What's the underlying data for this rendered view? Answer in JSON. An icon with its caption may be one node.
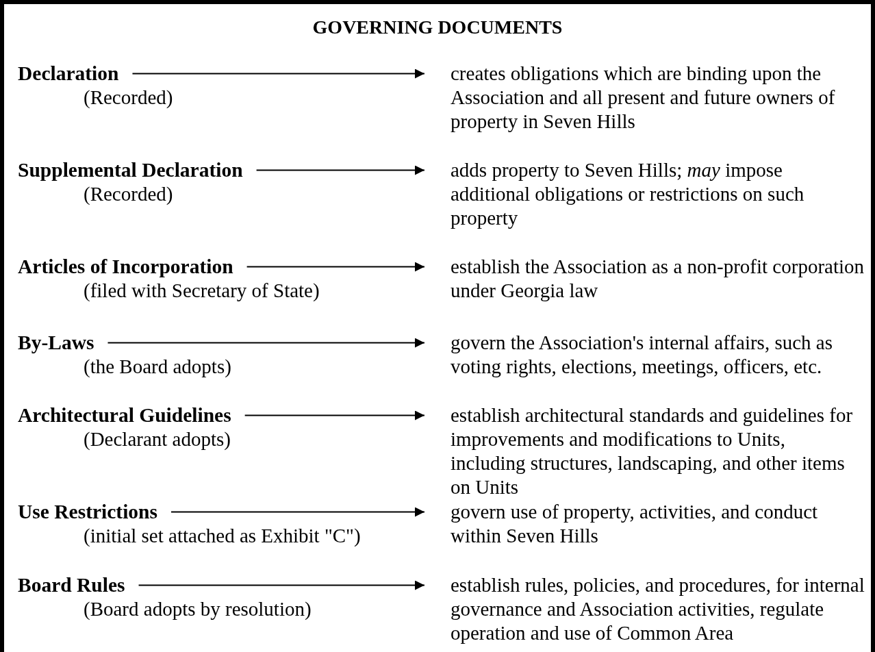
{
  "diagram": {
    "title": "GOVERNING DOCUMENTS",
    "nodes": [
      {
        "text": [
          "Declaration",
          "(Recorded)"
        ]
      },
      {
        "text": [
          "creates obligations which are binding upon the Association and all present and future owners of property in Seven Hills"
        ]
      },
      {
        "text": [
          "Supplemental Declaration",
          "(Recorded)"
        ]
      },
      {
        "text": [
          "adds property to Seven Hills;  *may* impose additional obligations or restrictions on such property"
        ]
      },
      {
        "text": [
          "Articles of Incorporation",
          "(filed with Secretary of State)"
        ]
      },
      {
        "text": [
          "establish the Association as a non-profit corporation under Georgia law"
        ]
      },
      {
        "text": [
          "By-Laws",
          "(the Board adopts)"
        ]
      },
      {
        "text": [
          "govern the Association's internal affairs, such as voting rights, elections, meetings, officers, etc."
        ]
      },
      {
        "text": [
          "Architectural Guidelines",
          "(Declarant adopts)"
        ]
      },
      {
        "text": [
          "establish architectural standards and guidelines for improvements and modifications to Units, including structures, landscaping, and other items on Units"
        ]
      },
      {
        "text": [
          "Use Restrictions",
          "(initial set attached as Exhibit \"C\")"
        ]
      },
      {
        "text": [
          "govern use of property, activities, and conduct within Seven Hills"
        ]
      },
      {
        "text": [
          "Board Rules",
          "(Board adopts by resolution)"
        ]
      },
      {
        "text": [
          "establish rules, policies, and procedures, for internal governance and Association activities, regulate operation and use of Common Area"
        ]
      }
    ],
    "edges": [
      {
        "from": 0,
        "to": 1,
        "arrow": "to"
      },
      {
        "from": 2,
        "to": 3,
        "arrow": "to"
      },
      {
        "from": 4,
        "to": 5,
        "arrow": "to"
      },
      {
        "from": 6,
        "to": 7,
        "arrow": "to"
      },
      {
        "from": 8,
        "to": 9,
        "arrow": "to"
      },
      {
        "from": 10,
        "to": 11,
        "arrow": "to"
      },
      {
        "from": 12,
        "to": 13,
        "arrow": "to"
      }
    ]
  }
}
